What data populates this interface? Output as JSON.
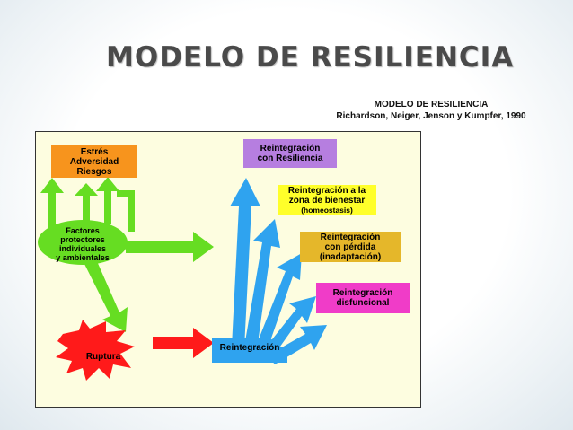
{
  "slide": {
    "title": "MODELO DE RESILIENCIA"
  },
  "reference": {
    "title": "MODELO DE RESILIENCIA",
    "authors": "Richardson, Neiger, Jenson y Kumpfer, 1990"
  },
  "nodes": {
    "stress": {
      "lines": [
        "Estrés",
        "Adversidad",
        "Riesgos"
      ]
    },
    "factors": {
      "lines": [
        "Factores",
        "protectores",
        "individuales",
        "y ambientales"
      ]
    },
    "rupture": {
      "label": "Ruptura"
    },
    "reintegration": {
      "label": "Reintegración"
    },
    "outcome_resilience": {
      "lines": [
        "Reintegración",
        "con Resiliencia"
      ]
    },
    "outcome_comfort": {
      "lines": [
        "Reintegración a la",
        "zona de bienestar"
      ],
      "note": "(homeostasis)"
    },
    "outcome_loss": {
      "lines": [
        "Reintegración",
        "con pérdida",
        "(inadaptación)"
      ]
    },
    "outcome_dysfunctional": {
      "lines": [
        "Reintegración",
        "disfuncional"
      ]
    }
  },
  "colors": {
    "green_arrows": "#66dd22",
    "blue_arrows": "#2fa3ef",
    "rupture_star": "#ff1a1a",
    "panel_bg": "#fdfde0"
  }
}
